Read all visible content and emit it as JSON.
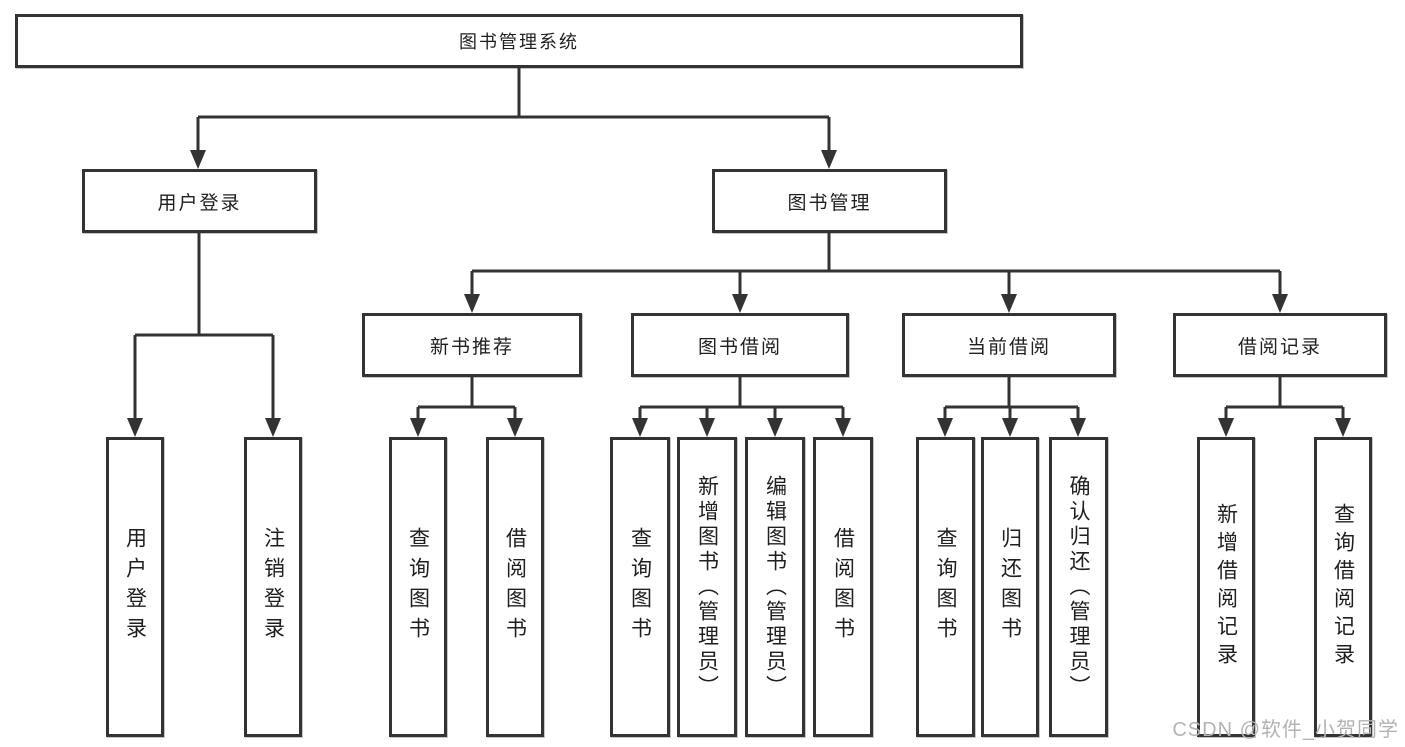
{
  "diagram": {
    "root": {
      "label": "图书管理系统"
    },
    "level2": [
      {
        "label": "用户登录"
      },
      {
        "label": "图书管理"
      }
    ],
    "level3": [
      {
        "label": "新书推荐"
      },
      {
        "label": "图书借阅"
      },
      {
        "label": "当前借阅"
      },
      {
        "label": "借阅记录"
      }
    ],
    "leaves": [
      {
        "label": "用户登录"
      },
      {
        "label": "注销登录"
      },
      {
        "label": "查询图书"
      },
      {
        "label": "借阅图书"
      },
      {
        "label": "查询图书"
      },
      {
        "label": "新增图书（管理员）"
      },
      {
        "label": "编辑图书（管理员）"
      },
      {
        "label": "借阅图书"
      },
      {
        "label": "查询图书"
      },
      {
        "label": "归还图书"
      },
      {
        "label": "确认归还（管理员）"
      },
      {
        "label": "新增借阅记录"
      },
      {
        "label": "查询借阅记录"
      }
    ]
  },
  "watermark": {
    "text": "CSDN @软件_小贺同学"
  },
  "colors": {
    "line": "#333333",
    "text": "#1f1f1f",
    "background": "#ffffff",
    "watermark": "#b3b3b3"
  }
}
